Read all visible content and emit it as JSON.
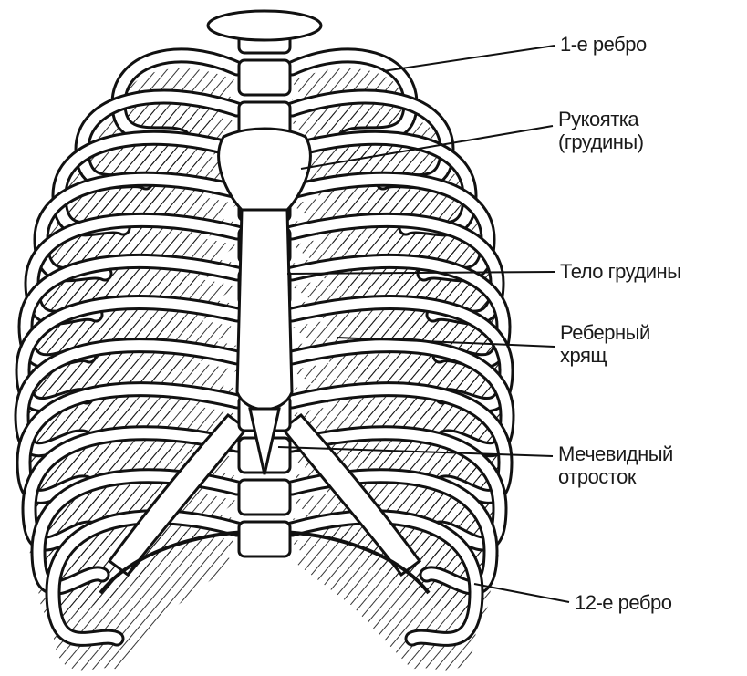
{
  "diagram": {
    "labels": {
      "first_rib": "1-е ребро",
      "manubrium_line1": "Рукоятка",
      "manubrium_line2": "(грудины)",
      "sternum_body": "Тело грудины",
      "costal_arch_line1": "Реберный",
      "costal_arch_line2": "хрящ",
      "xiphoid_line1": "Мечевидный",
      "xiphoid_line2": "отросток",
      "twelfth_rib": "12-е ребро"
    },
    "colors": {
      "line": "#111111",
      "bone_fill": "#ffffff",
      "background": "#ffffff"
    }
  }
}
